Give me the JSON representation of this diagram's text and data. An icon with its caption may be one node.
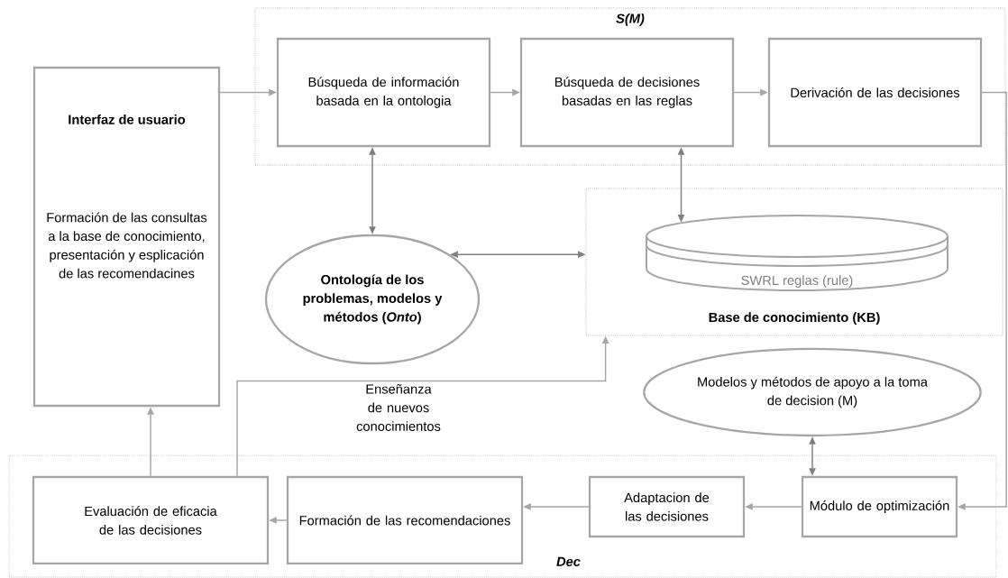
{
  "diagram": {
    "nodes": [
      {
        "text": [
          "S(M)"
        ]
      },
      {
        "text": [
          "Búsqueda de información basada en la ontologia"
        ],
        "in": 0
      },
      {
        "text": [
          "Búsqueda de decisiones basadas en las reglas"
        ],
        "in": 0
      },
      {
        "text": [
          "Derivación de las decisiones"
        ],
        "in": 0
      },
      {
        "text": [
          "Interfaz de usuario",
          "Formación de las consultas a la base de conocimiento, presentación y esplicación de las recomendacines"
        ]
      },
      {
        "text": [
          "Ontología de los problemas, modelos y métodos (*Onto*)"
        ]
      },
      {
        "text": [
          "Base de conocimiento (KB)"
        ]
      },
      {
        "text": [
          "SWRL reglas (rule)"
        ],
        "in": 6
      },
      {
        "text": [
          "Modelos y métodos de apoyo a la toma de decision (M)"
        ]
      },
      {
        "text": [
          "Dec"
        ]
      },
      {
        "text": [
          "Evaluación de eficacia de las decisiones"
        ],
        "in": 9
      },
      {
        "text": [
          "Formación de las recomendaciones"
        ],
        "in": 9
      },
      {
        "text": [
          "Adaptacion de las decisiones"
        ],
        "in": 9
      },
      {
        "text": [
          "Módulo de optimización"
        ],
        "in": 9
      }
    ],
    "edges": [
      {
        "from": 4,
        "to": 1,
        "arrow": "to"
      },
      {
        "from": 1,
        "to": 2,
        "arrow": "to"
      },
      {
        "from": 2,
        "to": 3,
        "arrow": "to"
      },
      {
        "from": 3,
        "to": 13,
        "arrow": "to"
      },
      {
        "from": 1,
        "to": 5,
        "arrow": "both",
        "color": "#808080"
      },
      {
        "from": 2,
        "to": 7,
        "arrow": "both",
        "color": "#808080"
      },
      {
        "from": 5,
        "to": 6,
        "arrow": "both",
        "color": "#808080"
      },
      {
        "from": 8,
        "to": 13,
        "arrow": "both",
        "color": "#808080"
      },
      {
        "from": 13,
        "to": 12,
        "arrow": "to"
      },
      {
        "from": 12,
        "to": 11,
        "arrow": "to"
      },
      {
        "from": 11,
        "to": 10,
        "arrow": "to"
      },
      {
        "from": 10,
        "to": 4,
        "arrow": "to"
      },
      {
        "from": 10,
        "to": 6,
        "arrow": "to",
        "label": "Enseñanza de nuevos conocimientos"
      }
    ]
  }
}
